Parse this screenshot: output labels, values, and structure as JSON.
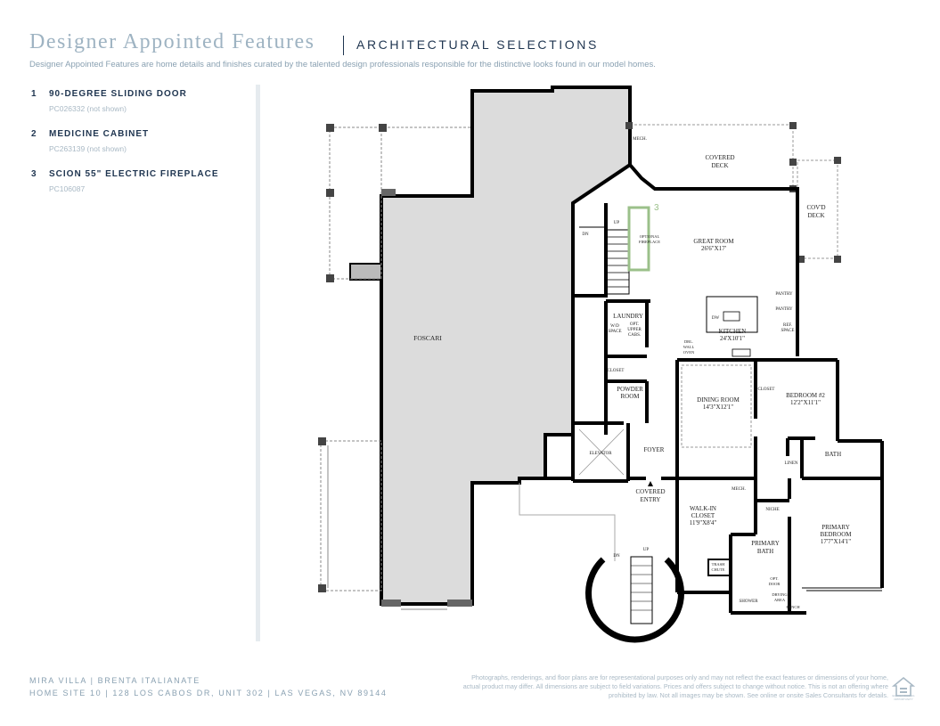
{
  "header": {
    "title": "Designer Appointed Features",
    "subtitle": "ARCHITECTURAL SELECTIONS",
    "description": "Designer Appointed Features are home details and finishes curated by the talented design professionals responsible for the distinctive looks found in our model homes."
  },
  "features": [
    {
      "number": "1",
      "name": "90-DEGREE SLIDING DOOR",
      "code": "PC026332 (not shown)"
    },
    {
      "number": "2",
      "name": "MEDICINE CABINET",
      "code": "PC263139 (not shown)"
    },
    {
      "number": "3",
      "name": "SCION 55\" ELECTRIC FIREPLACE",
      "code": "PC106087"
    }
  ],
  "floorplan": {
    "labels": {
      "foscari": "FOSCARI",
      "covered_deck_1": "COVERED",
      "covered_deck_2": "DECK",
      "covd_deck_1": "COV'D",
      "covd_deck_2": "DECK",
      "mech_top": "MECH.",
      "great_room": "GREAT ROOM",
      "great_room_dim": "26'6\"X17'",
      "optional_fireplace_1": "OPTIONAL",
      "optional_fireplace_2": "FIREPLACE",
      "up_top": "UP",
      "dn_top": "DN",
      "pantry_1": "PANTRY",
      "pantry_2": "PANTRY",
      "ref_space_1": "REF.",
      "ref_space_2": "SPACE",
      "dw": "DW",
      "kitchen": "KITCHEN",
      "kitchen_dim": "24'X10'1\"",
      "laundry": "LAUNDRY",
      "wd_space_1": "W/D",
      "wd_space_2": "SPACE",
      "opt_upper_1": "OPT.",
      "opt_upper_2": "UPPER",
      "opt_upper_3": "CABS.",
      "dbl_oven_1": "DBL.",
      "dbl_oven_2": "WALL",
      "dbl_oven_3": "OVEN",
      "closet_left": "CLOSET",
      "powder_1": "POWDER",
      "powder_2": "ROOM",
      "dining": "DINING ROOM",
      "dining_dim": "14'3\"X12'1\"",
      "closet_bed2": "CLOSET",
      "bedroom2": "BEDROOM #2",
      "bedroom2_dim": "12'2\"X11'1\"",
      "elevator": "ELEVATOR",
      "foyer": "FOYER",
      "bath": "BATH",
      "linen": "LINEN",
      "covered_entry_1": "COVERED",
      "covered_entry_2": "ENTRY",
      "mech_mid": "MECH.",
      "walkin_1": "WALK-IN",
      "walkin_2": "CLOSET",
      "walkin_dim": "11'9\"X8'4\"",
      "niche": "NICHE",
      "primary_bath_1": "PRIMARY",
      "primary_bath_2": "BATH",
      "primary_bed_1": "PRIMARY",
      "primary_bed_2": "BEDROOM",
      "primary_bed_dim": "17'7\"X14'1\"",
      "trash_1": "TRASH",
      "trash_2": "CHUTE",
      "opt_door_1": "OPT.",
      "opt_door_2": "DOOR",
      "drying_1": "DRYING",
      "drying_2": "AREA",
      "shower": "SHOWER",
      "bench": "BENCH",
      "dn_bottom": "DN",
      "up_bottom": "UP",
      "callout_3": "3"
    }
  },
  "footer": {
    "line1": "MIRA VILLA  |  BRENTA ITALIANATE",
    "line2": "HOME SITE 10  |  128 LOS CABOS DR, UNIT 302  |  LAS VEGAS, NV 89144",
    "disclaimer": "Photographs, renderings, and floor plans are for representational purposes only and may not reflect the exact features or dimensions of your home, actual product may differ. All dimensions are subject to field variations. Prices and offers subject to change without notice. This is not an offering where prohibited by law. Not all images may be shown. See online or onsite Sales Consultants for details.",
    "eho_text": "EQUAL HOUSING OPPORTUNITY"
  },
  "colors": {
    "navy": "#1f3550",
    "title_blue": "#9eb3c2",
    "foscari_fill": "#dcdcdc",
    "callout_green": "#9bc08a"
  }
}
